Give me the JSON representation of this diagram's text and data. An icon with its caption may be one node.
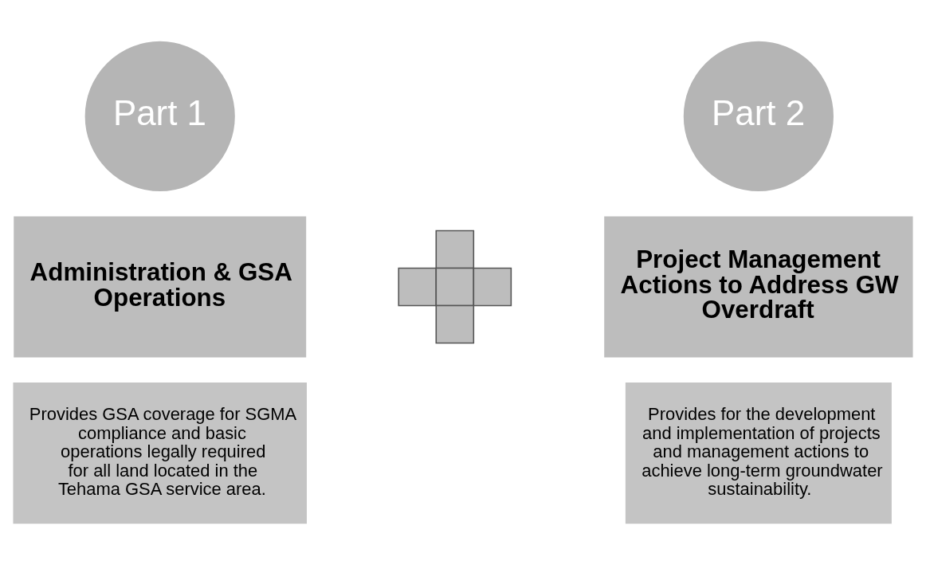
{
  "diagram": {
    "nodes": [
      {
        "text": [
          "Part 1"
        ]
      },
      {
        "text": [
          "Administration & GSA Operations"
        ]
      },
      {
        "text": [
          "Provides GSA coverage for SGMA compliance and basic operations legally required for all land located in the Tehama GSA service area."
        ]
      },
      {
        "text": [],
        "shape": "cross"
      },
      {
        "text": [
          "Part 2"
        ]
      },
      {
        "text": [
          "Project Management Actions to Address GW Overdraft"
        ]
      },
      {
        "text": [
          "Provides for the development and implementation of projects and management actions to achieve long-term groundwater sustainability."
        ]
      }
    ]
  }
}
